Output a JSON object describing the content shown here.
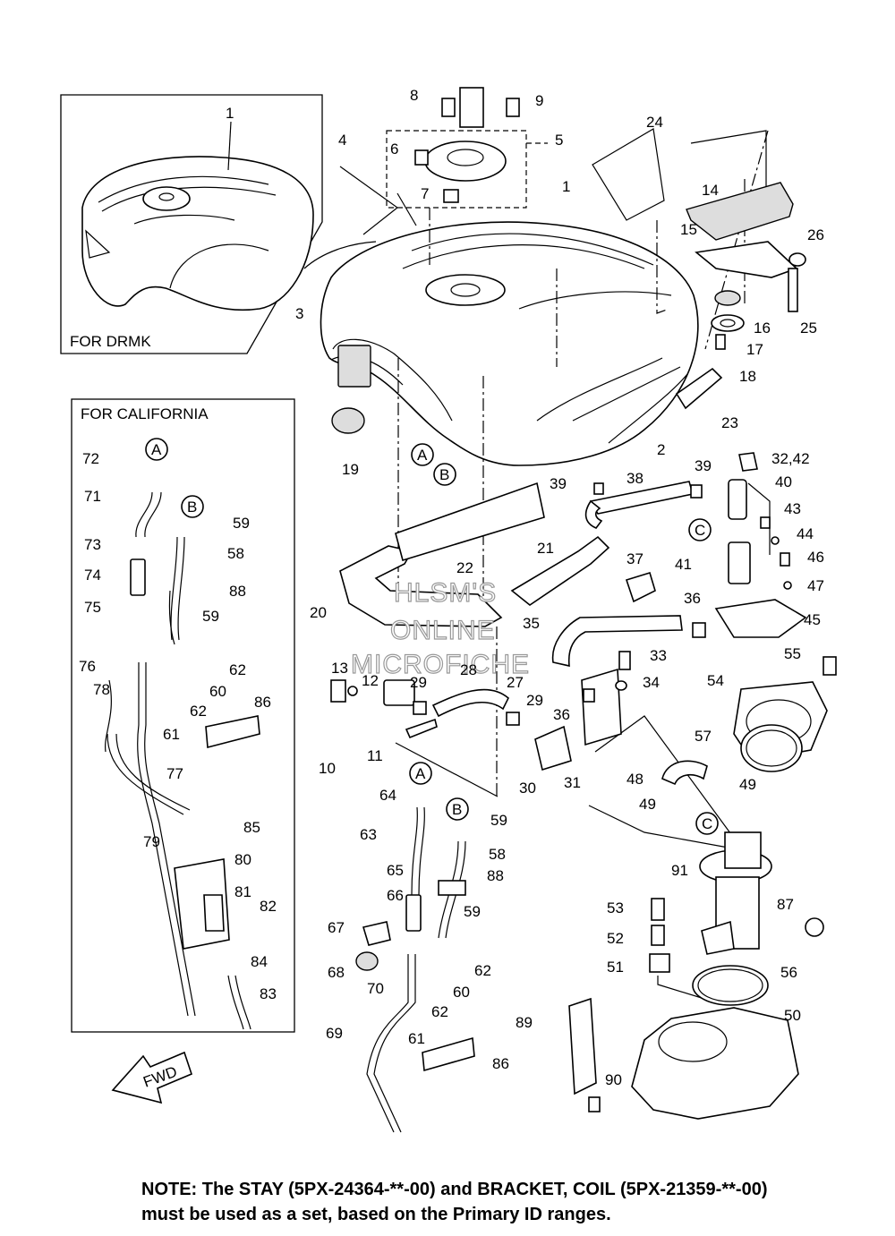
{
  "boxes": {
    "drmk_label": "FOR DRMK",
    "california_label": "FOR CALIFORNIA"
  },
  "watermark": [
    "HLSM'S",
    "ONLINE",
    "MICROFICHE"
  ],
  "fwd_label": "FWD",
  "note": {
    "line1": "NOTE: The STAY (5PX-24364-**-00) and BRACKET, COIL (5PX-21359-**-00)",
    "line2": "must be used as a set, based on the Primary ID ranges."
  },
  "callouts": {
    "c1a": "1",
    "c1b": "1",
    "c2": "2",
    "c3": "3",
    "c4": "4",
    "c5": "5",
    "c6": "6",
    "c7": "7",
    "c8": "8",
    "c9": "9",
    "c10": "10",
    "c11": "11",
    "c12": "12",
    "c13": "13",
    "c14": "14",
    "c15": "15",
    "c16": "16",
    "c17": "17",
    "c18": "18",
    "c19": "19",
    "c20": "20",
    "c21": "21",
    "c22": "22",
    "c23": "23",
    "c24": "24",
    "c25": "25",
    "c26": "26",
    "c27": "27",
    "c28": "28",
    "c29a": "29",
    "c29b": "29",
    "c30": "30",
    "c31": "31",
    "c3242": "32,42",
    "c33": "33",
    "c34": "34",
    "c35": "35",
    "c36a": "36",
    "c36b": "36",
    "c37": "37",
    "c38": "38",
    "c39a": "39",
    "c39b": "39",
    "c40": "40",
    "c41": "41",
    "c43": "43",
    "c44": "44",
    "c45": "45",
    "c46": "46",
    "c47": "47",
    "c48": "48",
    "c49a": "49",
    "c49b": "49",
    "c50": "50",
    "c51": "51",
    "c52": "52",
    "c53": "53",
    "c54": "54",
    "c55": "55",
    "c56": "56",
    "c57": "57",
    "c58a": "58",
    "c58b": "58",
    "c59a": "59",
    "c59b": "59",
    "c59c": "59",
    "c59d": "59",
    "c60a": "60",
    "c60b": "60",
    "c61a": "61",
    "c61b": "61",
    "c62a": "62",
    "c62b": "62",
    "c62c": "62",
    "c62d": "62",
    "c63": "63",
    "c64": "64",
    "c65": "65",
    "c66": "66",
    "c67": "67",
    "c68": "68",
    "c69": "69",
    "c70": "70",
    "c71": "71",
    "c72": "72",
    "c73": "73",
    "c74": "74",
    "c75": "75",
    "c76": "76",
    "c77": "77",
    "c78": "78",
    "c79": "79",
    "c80": "80",
    "c81": "81",
    "c82": "82",
    "c83": "83",
    "c84": "84",
    "c85": "85",
    "c86a": "86",
    "c86b": "86",
    "c87": "87",
    "c88a": "88",
    "c88b": "88",
    "c89": "89",
    "c90": "90",
    "c91": "91"
  },
  "ref_markers": {
    "A1": "A",
    "A2": "A",
    "A3": "A",
    "B1": "B",
    "B2": "B",
    "B3": "B",
    "C1": "C",
    "C2": "C"
  }
}
